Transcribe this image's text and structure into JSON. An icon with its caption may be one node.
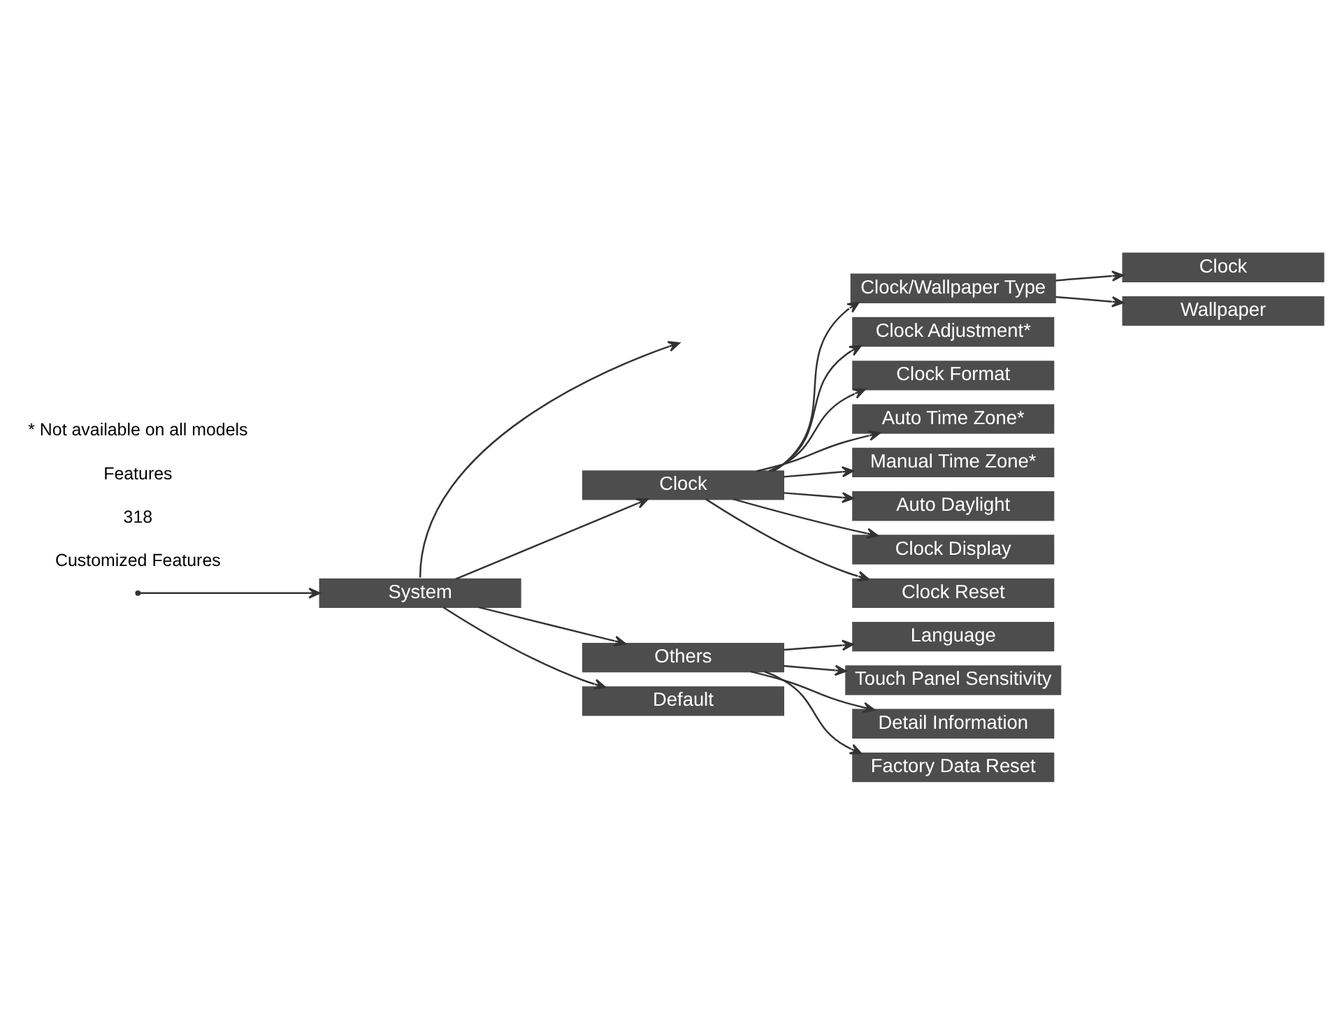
{
  "diagram": {
    "nodes": [
      {
        "text": [
          "System"
        ]
      },
      {
        "text": [
          "Clock"
        ]
      },
      {
        "text": [
          "Others"
        ]
      },
      {
        "text": [
          "Default"
        ]
      },
      {
        "text": [
          "Clock/Wallpaper Type"
        ]
      },
      {
        "text": [
          "Clock"
        ]
      },
      {
        "text": [
          "Wallpaper"
        ]
      },
      {
        "text": [
          "Clock Adjustment*"
        ]
      },
      {
        "text": [
          "Clock Format"
        ]
      },
      {
        "text": [
          "Auto Time Zone*"
        ]
      },
      {
        "text": [
          "Manual Time Zone*"
        ]
      },
      {
        "text": [
          "Auto Daylight"
        ]
      },
      {
        "text": [
          "Clock Display"
        ]
      },
      {
        "text": [
          "Clock Reset"
        ]
      },
      {
        "text": [
          "Language"
        ]
      },
      {
        "text": [
          "Touch Panel Sensitivity"
        ]
      },
      {
        "text": [
          "Detail Information"
        ]
      },
      {
        "text": [
          "Factory Data Reset"
        ]
      }
    ],
    "edges": [
      {
        "from": 0,
        "to": null,
        "arrow": "to"
      },
      {
        "from": null,
        "to": 0,
        "arrow": "to"
      },
      {
        "from": 0,
        "to": 1,
        "arrow": "to"
      },
      {
        "from": 0,
        "to": 2,
        "arrow": "to"
      },
      {
        "from": 0,
        "to": 3,
        "arrow": "to"
      },
      {
        "from": 1,
        "to": 4,
        "arrow": "to"
      },
      {
        "from": 4,
        "to": 5,
        "arrow": "to"
      },
      {
        "from": 4,
        "to": 6,
        "arrow": "to"
      },
      {
        "from": 1,
        "to": 7,
        "arrow": "to"
      },
      {
        "from": 1,
        "to": 8,
        "arrow": "to"
      },
      {
        "from": 1,
        "to": 9,
        "arrow": "to"
      },
      {
        "from": 1,
        "to": 10,
        "arrow": "to"
      },
      {
        "from": 1,
        "to": 11,
        "arrow": "to"
      },
      {
        "from": 1,
        "to": 12,
        "arrow": "to"
      },
      {
        "from": 1,
        "to": 13,
        "arrow": "to"
      },
      {
        "from": 2,
        "to": 14,
        "arrow": "to"
      },
      {
        "from": 2,
        "to": 15,
        "arrow": "to"
      },
      {
        "from": 2,
        "to": 16,
        "arrow": "to"
      },
      {
        "from": 2,
        "to": 17,
        "arrow": "to"
      }
    ],
    "labels": [
      "Customized Features",
      "318",
      "Features",
      "* Not available on all models"
    ]
  }
}
